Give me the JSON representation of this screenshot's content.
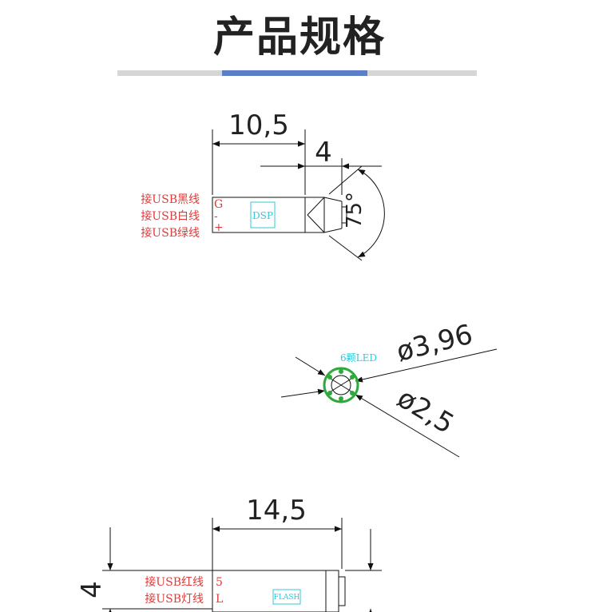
{
  "header": {
    "title": "产品规格"
  },
  "figure1": {
    "dim_width": "10,5",
    "dim_tip": "4",
    "dim_angle": "75°",
    "labels": [
      "接USB黑线",
      "接USB白线",
      "接USB绿线"
    ],
    "pins": [
      "G",
      "-",
      "+"
    ],
    "chip": "DSP"
  },
  "figure2": {
    "led_label": "6颗LED",
    "outer_dia": "ø3,96",
    "inner_dia": "ø2,5"
  },
  "figure3": {
    "dim_width": "14,5",
    "dim_height": "4",
    "labels": [
      "接USB红线",
      "接USB灯线"
    ],
    "pins": [
      "5",
      "L"
    ],
    "chip": "FLASH"
  },
  "colors": {
    "accent": "#5b7fc7",
    "label_red": "#e03a3a",
    "chip_cyan": "#2fc9d8",
    "led_green": "#2eaa3c"
  }
}
